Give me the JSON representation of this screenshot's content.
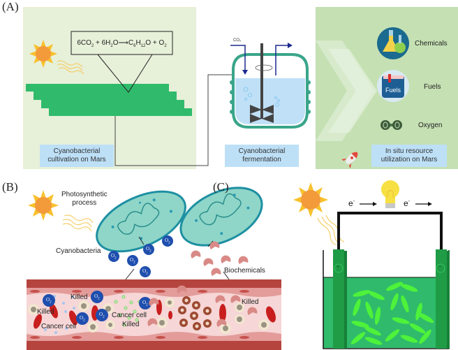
{
  "panels": {
    "a": {
      "label": "(A)",
      "equation": {
        "lhs1": "6CO",
        "lhs1_sub": "2",
        "plus1": " + 6H",
        "lhs2_sub": "2",
        "lhs2_end": "O",
        "rhs1": "C",
        "rhs1_sub1": "6",
        "rhs1_mid": "H",
        "rhs1_sub2": "12",
        "rhs1_end": "O + O",
        "rhs2_sub": "2"
      },
      "cultivation_box": {
        "line1": "Cyanobacterial",
        "line2": "cultivation on Mars"
      },
      "fermenter": {
        "gas_in": "CO₂"
      },
      "fermentation_box": {
        "line1": "Cyanobacterial",
        "line2": "fermentation"
      },
      "products": [
        {
          "label": "Chemicals",
          "icon": "flask-icon"
        },
        {
          "label": "Fuels",
          "icon": "fuel-can-icon",
          "icon_text": "Fuels"
        },
        {
          "label": "Oxygen",
          "icon": "oxygen-molecule-icon",
          "icon_text": "O"
        }
      ],
      "isru_box": {
        "line1": "In situ resource",
        "line2": "utilization on Mars"
      }
    },
    "b": {
      "label": "(B)",
      "photosynthetic": {
        "line1": "Photosynthetic",
        "line2": "process"
      },
      "cyanobacteria": "Cyanobacteria",
      "biochemicals": "Biochemicals",
      "o2": "O",
      "o2_sub": "2",
      "killed": "Killed",
      "cancer_cell": "Cancer cell"
    },
    "c": {
      "label": "(C)",
      "electron": "e",
      "electron_sup": "-",
      "anode": "+",
      "cathode": "−"
    }
  },
  "colors": {
    "mars_bg": "#e6f0d8",
    "isru_bg": "#c5e0b4",
    "label_blue": "#bde0f7",
    "cyano_green": "#2fba6a",
    "bacteria_teal": "#8fd6c8",
    "o2_blue": "#1f4fae",
    "vessel_red": "#b5443f",
    "sun_orange": "#f39a3b"
  }
}
